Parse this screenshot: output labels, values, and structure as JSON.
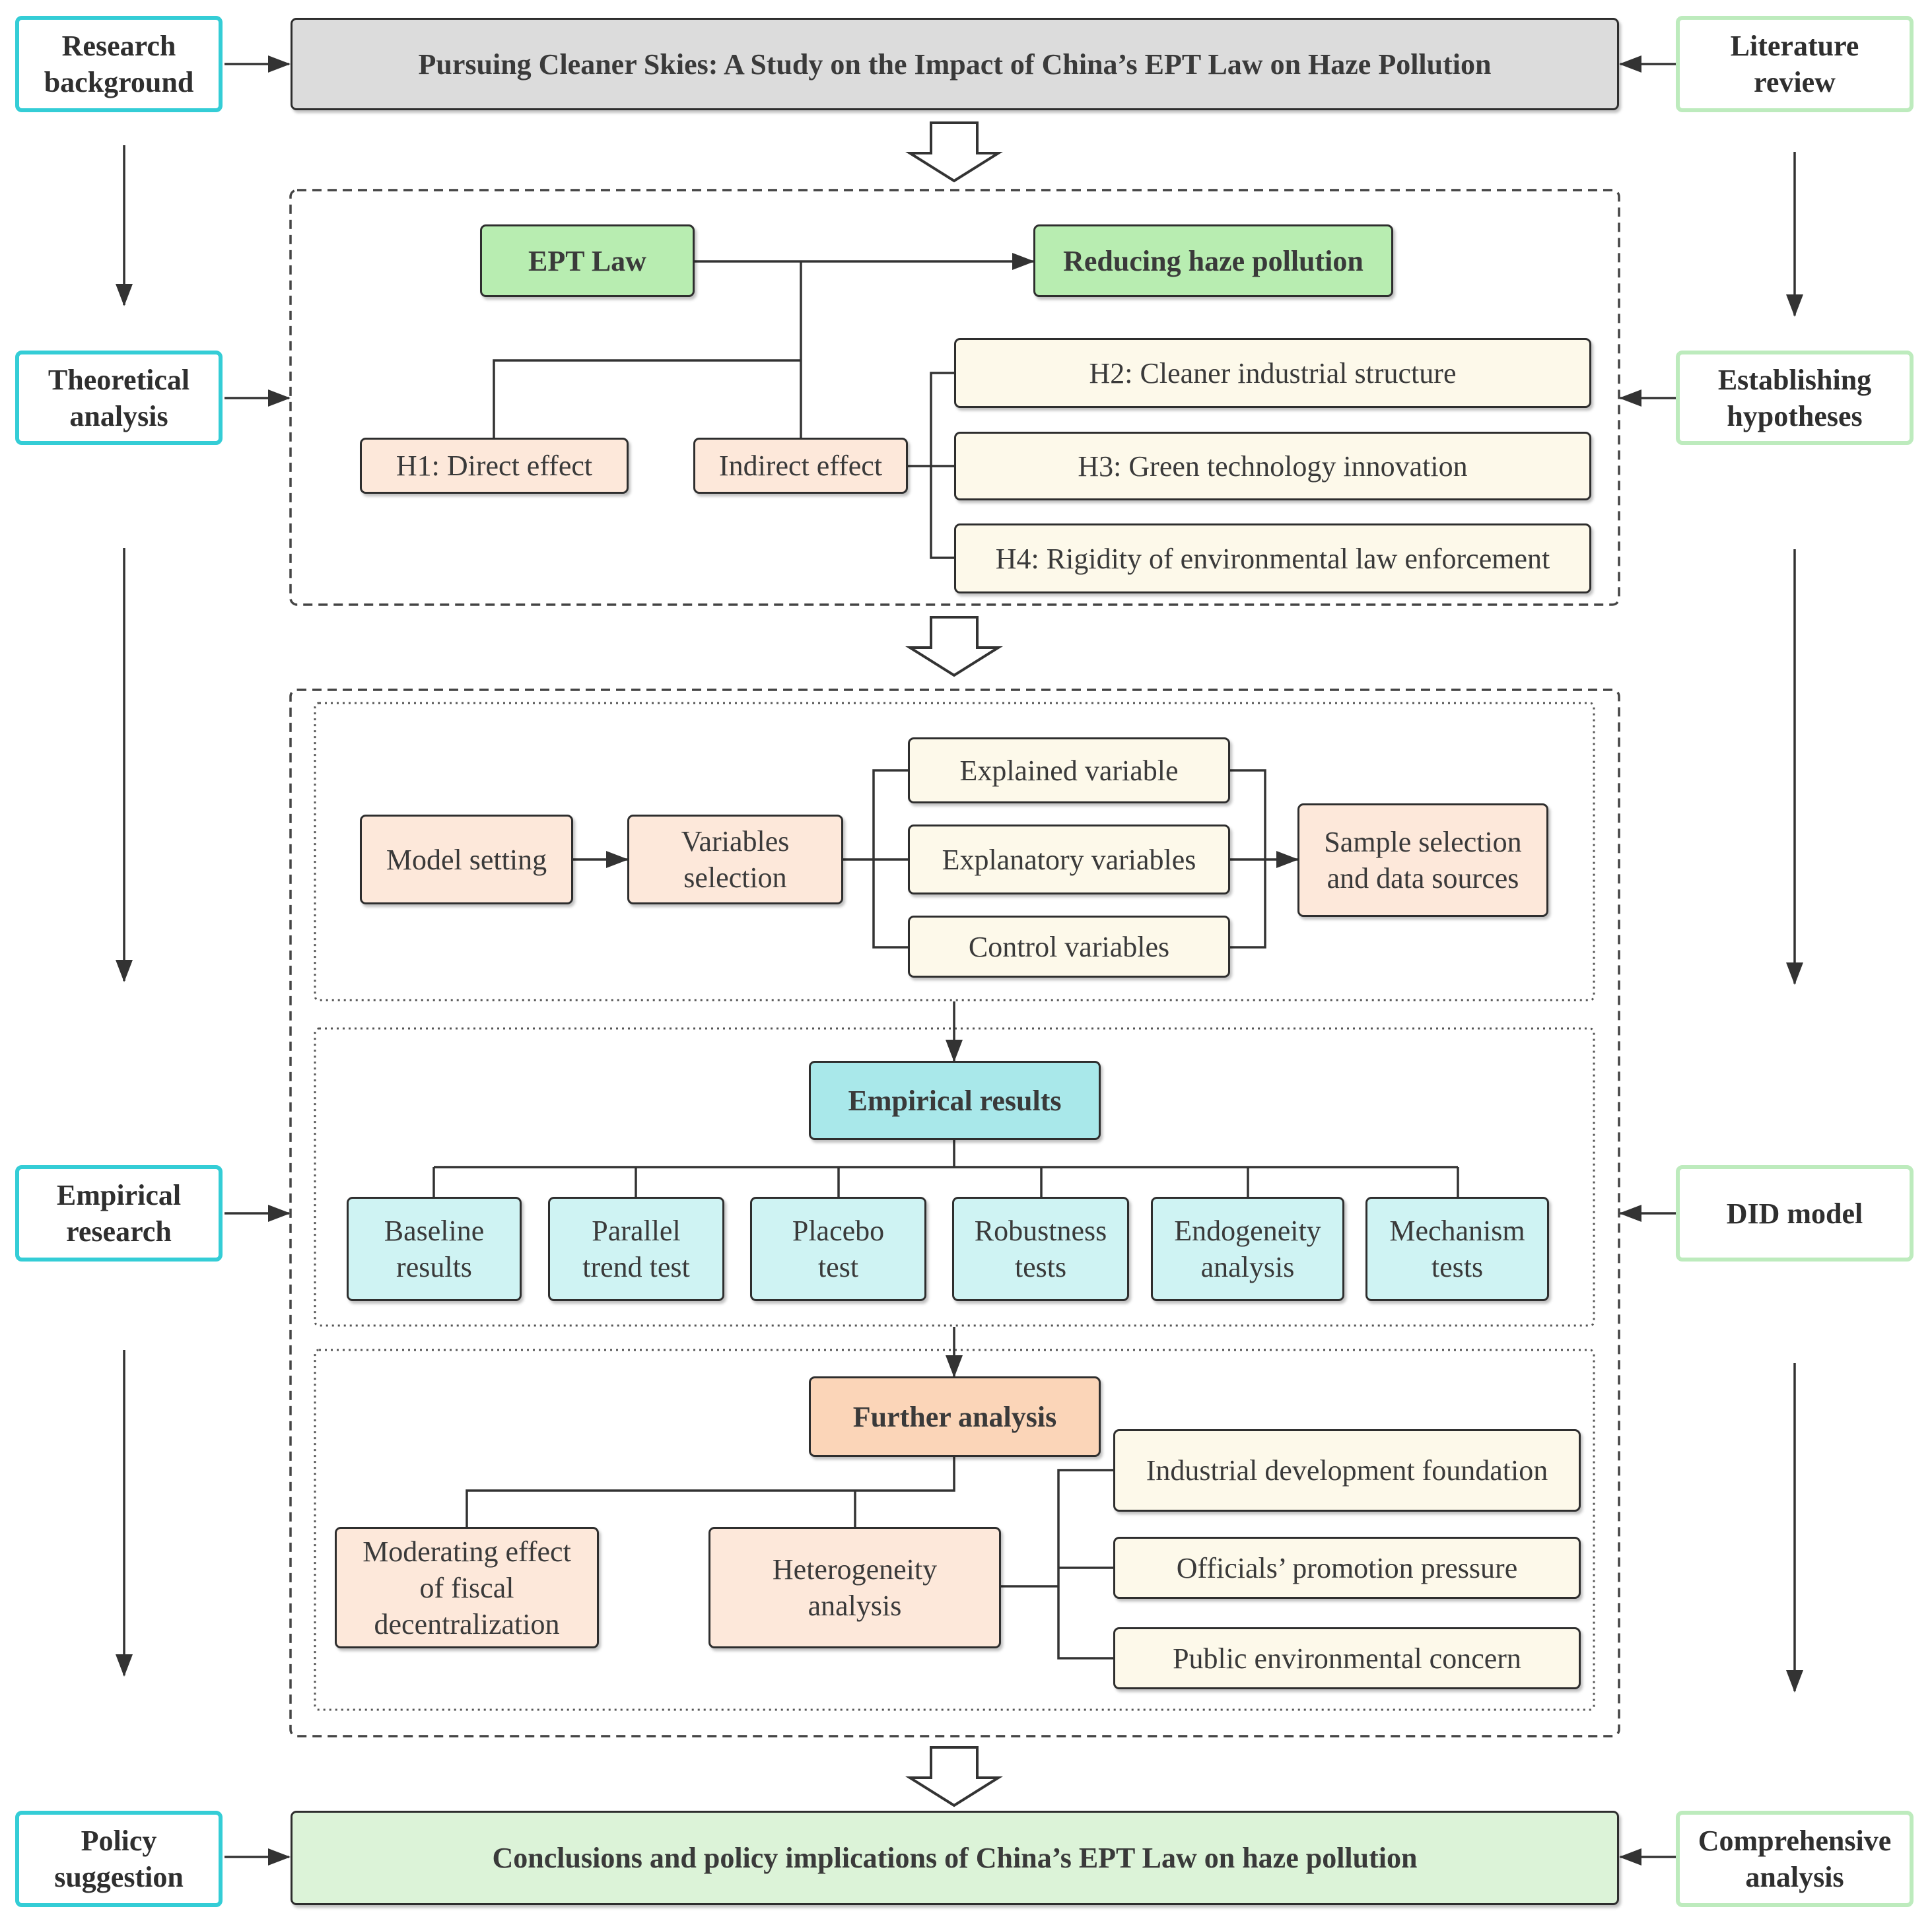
{
  "title": "Pursuing Cleaner Skies: A Study on the Impact of China’s  EPT Law on Haze Pollution",
  "conclusion": "Conclusions and policy implications of China’s  EPT Law on haze pollution",
  "left_steps": [
    "Research\nbackground",
    "Theoretical\nanalysis",
    "Empirical\nresearch",
    "Policy\nsuggestion"
  ],
  "right_steps": [
    "Literature\nreview",
    "Establishing\nhypotheses",
    "DID model",
    "Comprehensive\nanalysis"
  ],
  "theory": {
    "ept_law": "EPT Law",
    "outcome": "Reducing haze pollution",
    "h1": "H1: Direct effect",
    "indirect": "Indirect effect",
    "h2": "H2: Cleaner industrial structure",
    "h3": "H3: Green technology innovation",
    "h4": "H4: Rigidity of environmental law enforcement"
  },
  "design": {
    "model_setting": "Model setting",
    "variables_selection": "Variables\nselection",
    "explained": "Explained variable",
    "explanatory": "Explanatory  variables",
    "control": "Control  variables",
    "sample": "Sample selection\nand data sources"
  },
  "empirical": {
    "title": "Empirical results",
    "tests": [
      "Baseline\nresults",
      "Parallel\ntrend test",
      "Placebo\ntest",
      "Robustness\ntests",
      "Endogeneity\nanalysis",
      "Mechanism\ntests"
    ]
  },
  "further": {
    "title": "Further analysis",
    "moderating": "Moderating effect\nof fiscal\ndecentralization",
    "heterogeneity": "Heterogeneity\nanalysis",
    "items": [
      "Industrial development foundation",
      "Officials’ promotion pressure",
      "Public environmental concern"
    ]
  }
}
